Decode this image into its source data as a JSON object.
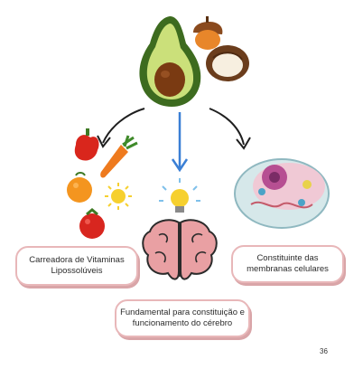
{
  "labels": {
    "vitaminas": [
      "Carreadora de Vitaminas",
      "Lipossolúveis"
    ],
    "membranas": [
      "Constituinte das",
      "membranas celulares"
    ],
    "cerebro": [
      "Fundamental para constituição e",
      "funcionamento do cérebro"
    ]
  },
  "page_number": "36",
  "colors": {
    "box_border": "#e8b7b9",
    "arrow_dark": "#1f1f1f",
    "arrow_blue": "#3a7fd5",
    "avocado_skin": "#3d6b1f",
    "avocado_flesh": "#cbe07a",
    "avocado_pit": "#7a3a12",
    "brain": "#e9a0a3",
    "bulb": "#f6d02f"
  },
  "icons": [
    "avocado-icon",
    "acorn-icon",
    "coconut-icon",
    "pepper-icon",
    "carrot-icon",
    "orange-icon",
    "sun-icon",
    "tomato-icon",
    "lightbulb-icon",
    "brain-icon",
    "cell-icon"
  ]
}
